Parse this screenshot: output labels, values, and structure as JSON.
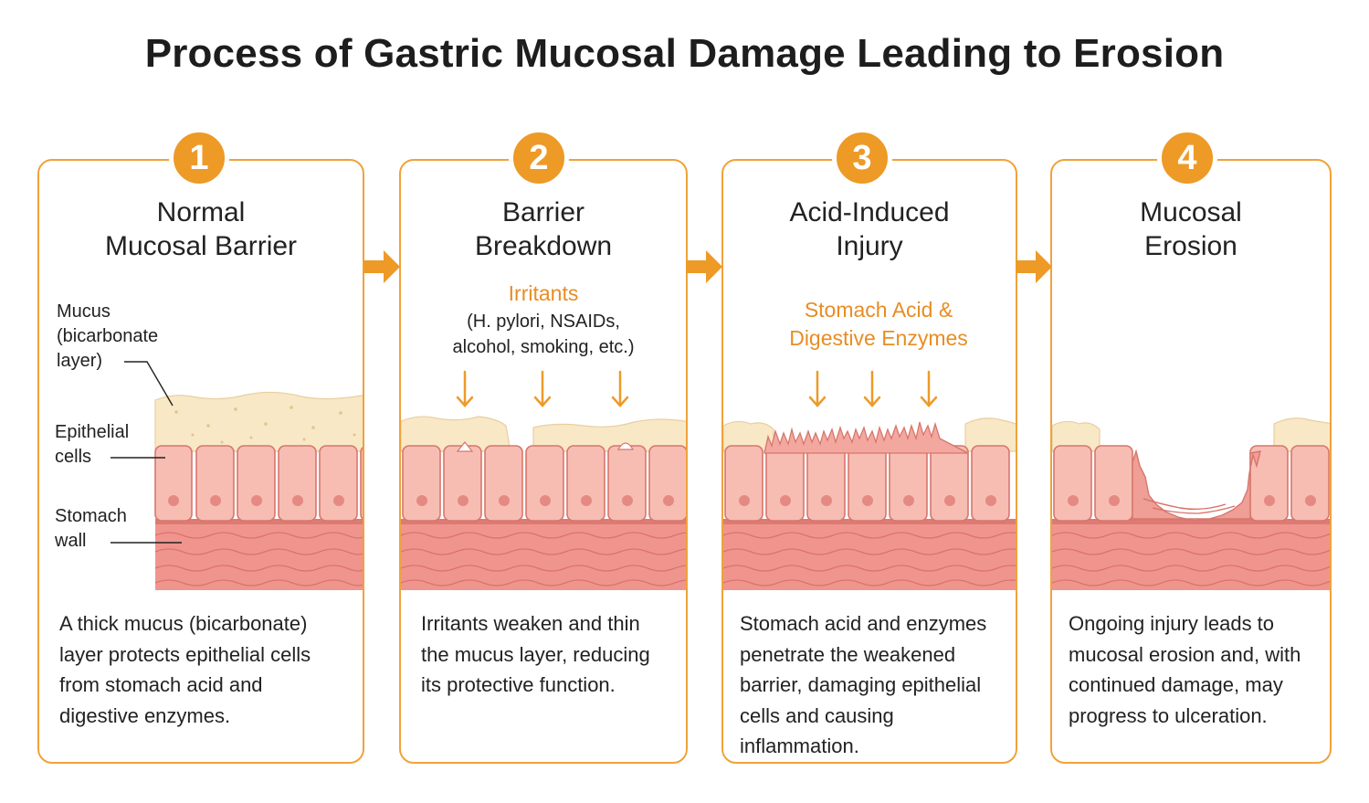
{
  "title": "Process of Gastric Mucosal Damage Leading to Erosion",
  "colors": {
    "accent": "#ee9a27",
    "panel_border": "#f0a23a",
    "mucus": "#f8e8c6",
    "epithelial": "#f5b3a8",
    "stomach_wall": "#f0958d"
  },
  "steps": [
    {
      "number": "1",
      "title_line1": "Normal",
      "title_line2": "Mucosal Barrier",
      "labels": {
        "mucus_1": "Mucus",
        "mucus_2": "(bicarbonate",
        "mucus_3": "layer)",
        "epithelial_1": "Epithelial",
        "epithelial_2": "cells",
        "wall_1": "Stomach",
        "wall_2": "wall"
      },
      "description": [
        "A thick mucus (bicarbonate)",
        "layer protects epithelial cells",
        "from stomach acid and",
        "digestive enzymes."
      ]
    },
    {
      "number": "2",
      "title_line1": "Barrier",
      "title_line2": "Breakdown",
      "agent_label": "Irritants",
      "agent_detail_1": "(H. pylori, NSAIDs,",
      "agent_detail_2": "alcohol, smoking, etc.)",
      "description": [
        "Irritants weaken and thin",
        "the mucus layer, reducing",
        "its protective function."
      ]
    },
    {
      "number": "3",
      "title_line1": "Acid-Induced",
      "title_line2": "Injury",
      "agent_label_1": "Stomach Acid &",
      "agent_label_2": "Digestive Enzymes",
      "description": [
        "Stomach acid and enzymes",
        "penetrate the weakened",
        "barrier, damaging epithelial",
        "cells and causing inflammation."
      ]
    },
    {
      "number": "4",
      "title_line1": "Mucosal",
      "title_line2": "Erosion",
      "description": [
        "Ongoing injury leads to",
        "mucosal erosion and, with",
        "continued damage, may",
        "progress to ulceration."
      ]
    }
  ]
}
